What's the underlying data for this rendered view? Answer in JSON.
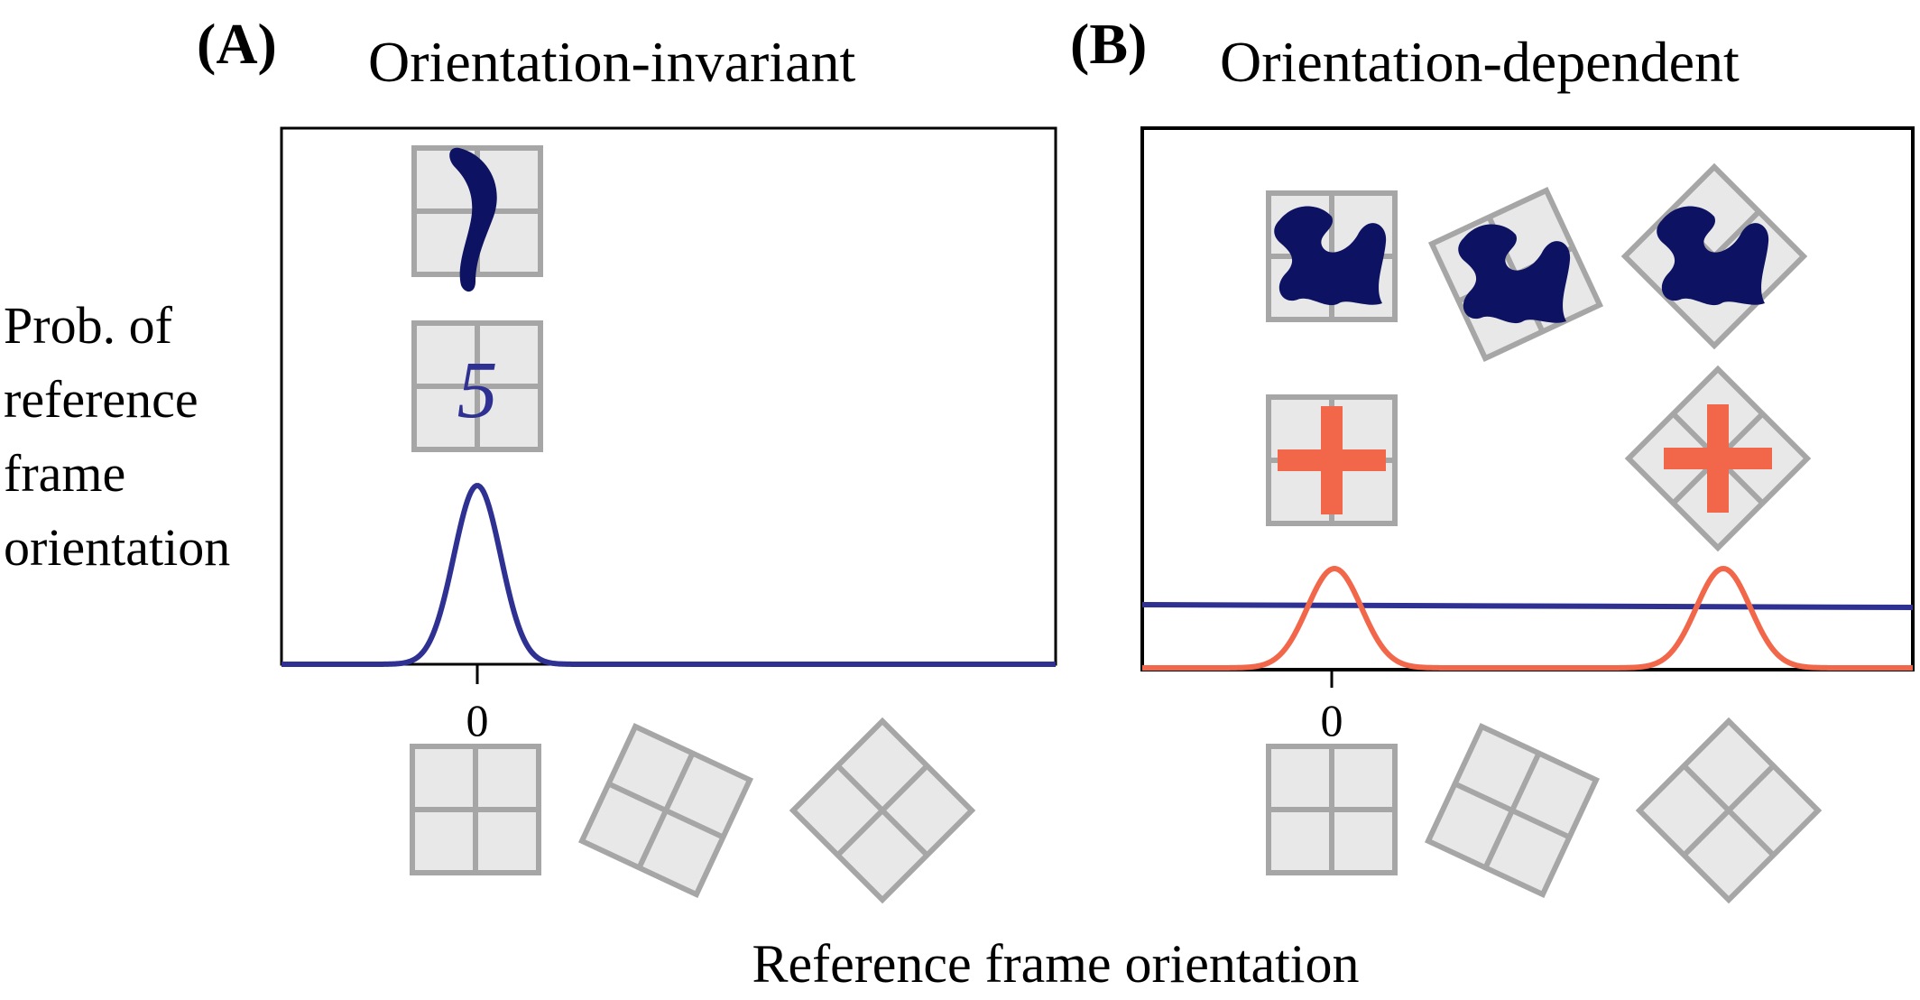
{
  "panel_a": {
    "letter": "(A)",
    "title": "Orientation-invariant",
    "digit_label": "5",
    "tick_label": "0"
  },
  "panel_b": {
    "letter": "(B)",
    "title": "Orientation-dependent",
    "tick_label": "0"
  },
  "y_axis_label": [
    "Prob. of",
    "reference",
    "frame",
    "orientation"
  ],
  "x_axis_label": "Reference frame orientation",
  "colors": {
    "navy_curve": "#2e3192",
    "shape_fill": "#0d1263",
    "cross_color": "#f26649",
    "frame_fill": "#e8e8e8",
    "frame_stroke": "#a6a6a6"
  },
  "frame_orientations_deg": [
    0,
    30,
    45
  ]
}
